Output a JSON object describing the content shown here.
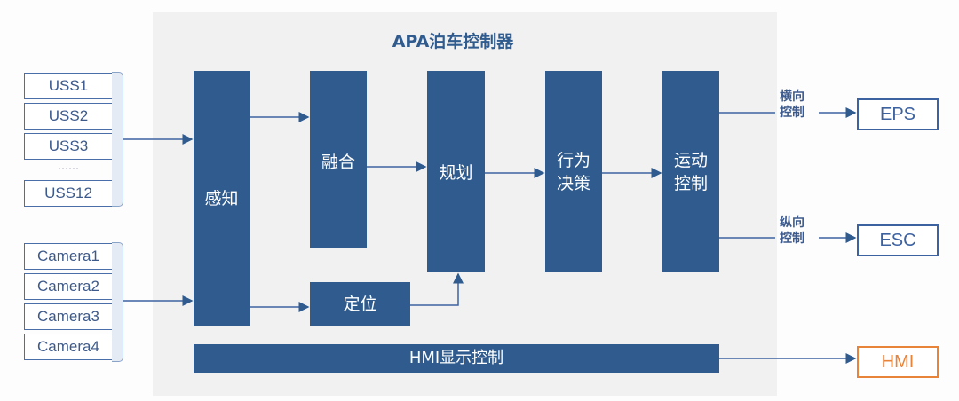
{
  "title": "APA泊车控制器",
  "inputs": {
    "uss": [
      "USS1",
      "USS2",
      "USS3",
      "USS12"
    ],
    "uss_ellipsis": "……",
    "cameras": [
      "Camera1",
      "Camera2",
      "Camera3",
      "Camera4"
    ]
  },
  "blocks": {
    "perception": "感知",
    "fusion": "融合",
    "localization": "定位",
    "planning": "规划",
    "decision": "行为决策",
    "motion": "运动控制",
    "hmi_control": "HMI显示控制"
  },
  "signals": {
    "lateral": "横向控制",
    "longitudinal": "纵向控制"
  },
  "outputs": {
    "eps": "EPS",
    "esc": "ESC",
    "hmi": "HMI"
  },
  "colors": {
    "block": "#2f5b8e",
    "accent_hmi": "#e8843a"
  }
}
